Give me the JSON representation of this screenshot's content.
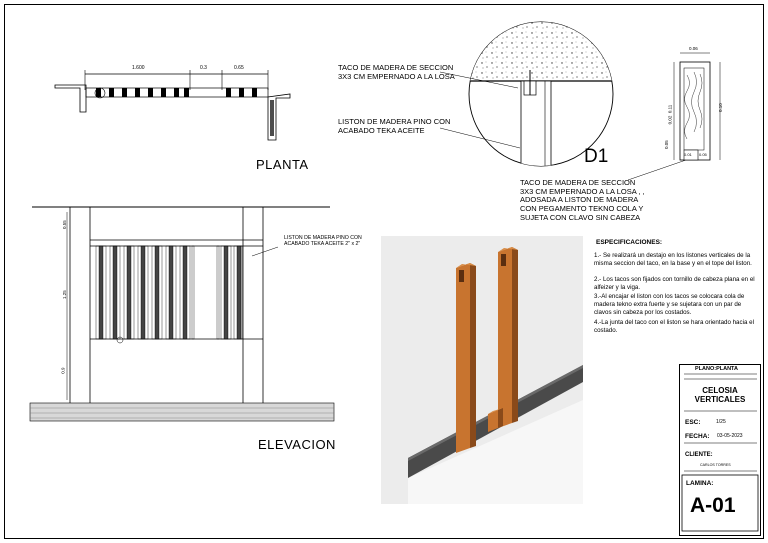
{
  "views": {
    "plan_title": "PLANTA",
    "elevation_title": "ELEVACION",
    "detail_title": "D1"
  },
  "plan_dims": {
    "d1": "1.600",
    "d2": "0.3",
    "d3": "0.65"
  },
  "elevation_dims": {
    "top": "0.55",
    "mid": "1.25",
    "bottom": "0.9"
  },
  "section_dims": {
    "top": "0.06",
    "side_right": "0.10",
    "side_left": "0.02  0.11",
    "bottom": "0.05",
    "base_a": "0.01",
    "base_b": "0.05"
  },
  "notes": {
    "taco_losa": "TACO DE MADERA DE SECCION\n3X3 CM EMPERNADO A LA LOSA",
    "liston_pino": "LISTON DE MADERA PINO CON\nACABADO TEKA ACEITE",
    "liston_elev": "LISTON DE MADERA PINO CON\nACABADO TEKA ACEITE 2\" x 2\"",
    "taco_detalle": "TACO DE MADERA DE SECCION\n3X3 CM EMPERNADO A LA LOSA , ,\nADOSADA A LISTON DE MADERA\nCON PEGAMENTO TEKNO COLA Y\nSUJETA CON CLAVO SIN CABEZA"
  },
  "specs": {
    "title": "ESPECIFICACIONES:",
    "items": [
      "1.- Se realizará un destajo en los listones verticales de la misma seccion del taco, en la base y en el tope del liston.",
      "2.- Los tacos son fijados con tornillo de cabeza plana en el alfeizer y la viga.",
      "3.-Al encajar el liston con los tacos se colocara cola de madera tekno extra fuerte y se sujetara con un par de clavos sin cabeza por los costados.",
      "4.-La junta del taco con el liston se hara orientado hacia el costado."
    ]
  },
  "title_block": {
    "plan_label": "PLANO:PLANTA",
    "drawing_name": "CELOSIA\nVERTICALES",
    "esc_label": "ESC:",
    "esc_value": "1/25",
    "fecha_label": "FECHA:",
    "fecha_value": "03-05-2023",
    "cliente_label": "CLIENTE:",
    "cliente_value": "CARLOS TORRES",
    "lamina_label": "LAMINA:",
    "lamina_value": "A-01"
  },
  "colors": {
    "wood": "#c8742f",
    "wood_dark": "#8a4a1a",
    "slab": "#4a4a4a",
    "wall": "#f2f2f2",
    "render_bg": "#ececec"
  }
}
